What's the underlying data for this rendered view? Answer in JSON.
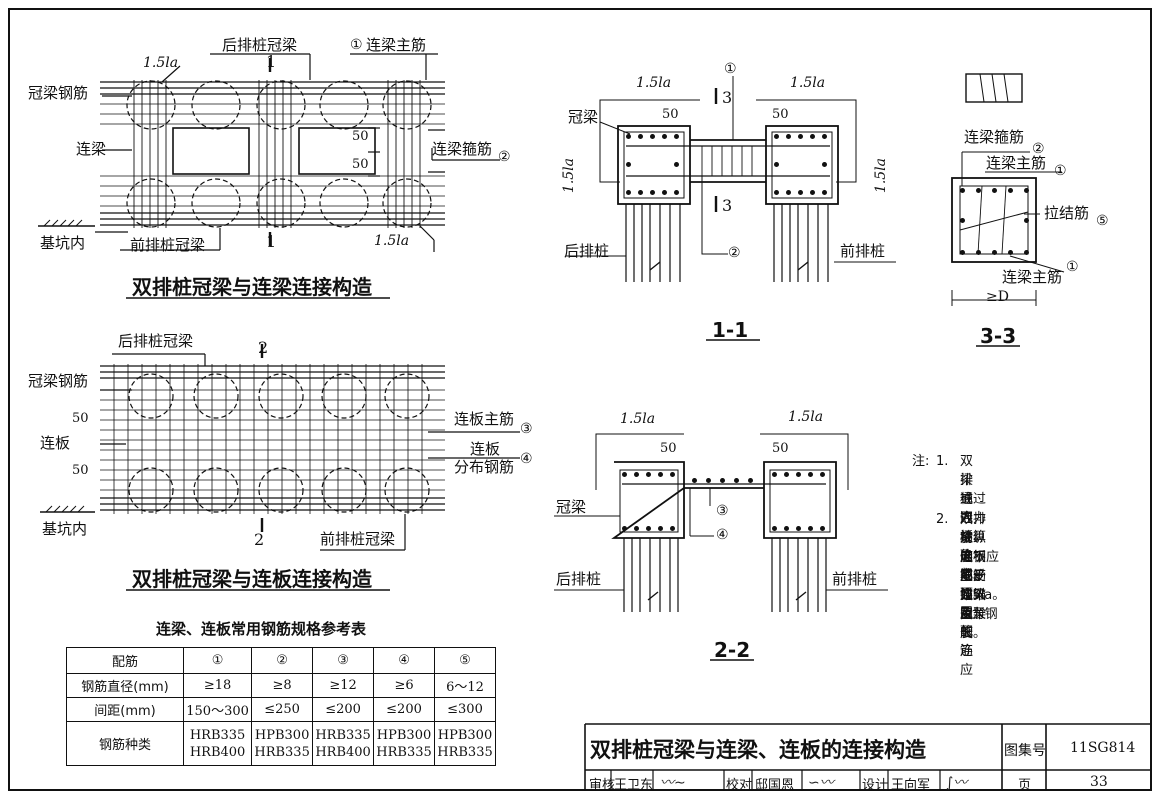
{
  "top_diagram": {
    "caption": "双排桩冠梁与连梁连接构造",
    "labels": {
      "rear_cap": "后排桩冠梁",
      "main_bar": "连梁主筋",
      "cap_rebar": "冠梁钢筋",
      "tie_beam": "连梁",
      "stirrup": "连梁箍筋",
      "pit_inside": "基坑内",
      "front_cap": "前排桩冠梁",
      "anchor_top": "1.5la",
      "anchor_bottom": "1.5la",
      "section_top": "1",
      "section_bottom": "1",
      "dim_50a": "50",
      "dim_50b": "50",
      "circ1": "①",
      "circ2": "②"
    }
  },
  "mid_diagram": {
    "caption": "双排桩冠梁与连板连接构造",
    "labels": {
      "rear_cap": "后排桩冠梁",
      "cap_rebar": "冠梁钢筋",
      "slab": "连板",
      "slab_main": "连板主筋",
      "slab_word": "连板",
      "slab_dist": "分布钢筋",
      "pit_inside": "基坑内",
      "front_cap": "前排桩冠梁",
      "section_top": "2",
      "section_bottom": "2",
      "dim_50a": "50",
      "dim_50b": "50",
      "circ3": "③",
      "circ4": "④"
    }
  },
  "section_1_1": {
    "title": "1-1",
    "labels": {
      "circ1": "①",
      "anchor_left": "1.5la",
      "anchor_right": "1.5la",
      "dim50_left": "50",
      "dim50_right": "50",
      "section_top": "3",
      "section_bottom": "3",
      "cap_beam": "冠梁",
      "height_left": "1.5la",
      "height_right": "1.5la",
      "rear_pile": "后排桩",
      "front_pile": "前排桩",
      "circ2": "②"
    }
  },
  "section_3_3": {
    "title": "3-3",
    "labels": {
      "stirrup": "连梁箍筋",
      "circ2": "②",
      "main_top": "连梁主筋",
      "circ1a": "①",
      "tie_bar": "拉结筋",
      "circ5": "⑤",
      "main_bottom": "连梁主筋",
      "circ1b": "①",
      "width": "≥D"
    }
  },
  "section_2_2": {
    "title": "2-2",
    "labels": {
      "anchor_left": "1.5la",
      "anchor_right": "1.5la",
      "dim50_left": "50",
      "dim50_right": "50",
      "cap_beam": "冠梁",
      "circ3": "③",
      "circ4": "④",
      "rear_pile": "后排桩",
      "front_pile": "前排桩"
    }
  },
  "notes": {
    "prefix": "注:",
    "n1_num": "1.",
    "n1_lines": [
      "双排桩冠梁之间设置的连",
      "梁或连板的截面及配筋应",
      "通过内力计算确定。"
    ],
    "n2_num": "2.",
    "n2_lines": [
      "双排桩纵向钢筋、连梁主",
      "筋、连板主筋锚入冠梁长",
      "度不应小于1.5la。la为钢",
      "筋受拉锚固长度。"
    ]
  },
  "table": {
    "title": "连梁、连板常用钢筋规格参考表",
    "header": [
      "配筋",
      "①",
      "②",
      "③",
      "④",
      "⑤"
    ],
    "rows": [
      [
        "钢筋直径(mm)",
        "≥18",
        "≥8",
        "≥12",
        "≥6",
        "6～12"
      ],
      [
        "间距(mm)",
        "150～300",
        "≤250",
        "≤200",
        "≤200",
        "≤300"
      ],
      [
        "钢筋种类",
        "HRB335\nHRB400",
        "HPB300\nHRB335",
        "HRB335\nHRB400",
        "HPB300\nHRB335",
        "HPB300\nHRB335"
      ]
    ]
  },
  "title_block": {
    "title": "双排桩冠梁与连梁、连板的连接构造",
    "atlas_label": "图集号",
    "atlas_no": "11SG814",
    "review_label": "审核",
    "reviewer": "王卫东",
    "check_label": "校对",
    "checker": "邸国恩",
    "design_label": "设计",
    "designer": "王向军",
    "page_label": "页",
    "page_no": "33"
  }
}
